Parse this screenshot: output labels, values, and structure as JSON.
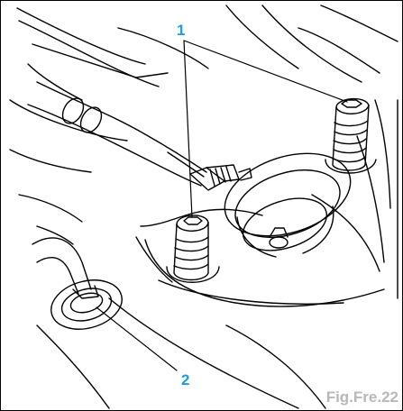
{
  "callouts": [
    {
      "label": "1"
    },
    {
      "label": "2"
    }
  ],
  "figure_label": "Fig.Fre.22",
  "colors": {
    "callout": "#1aa0e0",
    "figure_label": "#b8b8b8",
    "line": "#000000"
  }
}
